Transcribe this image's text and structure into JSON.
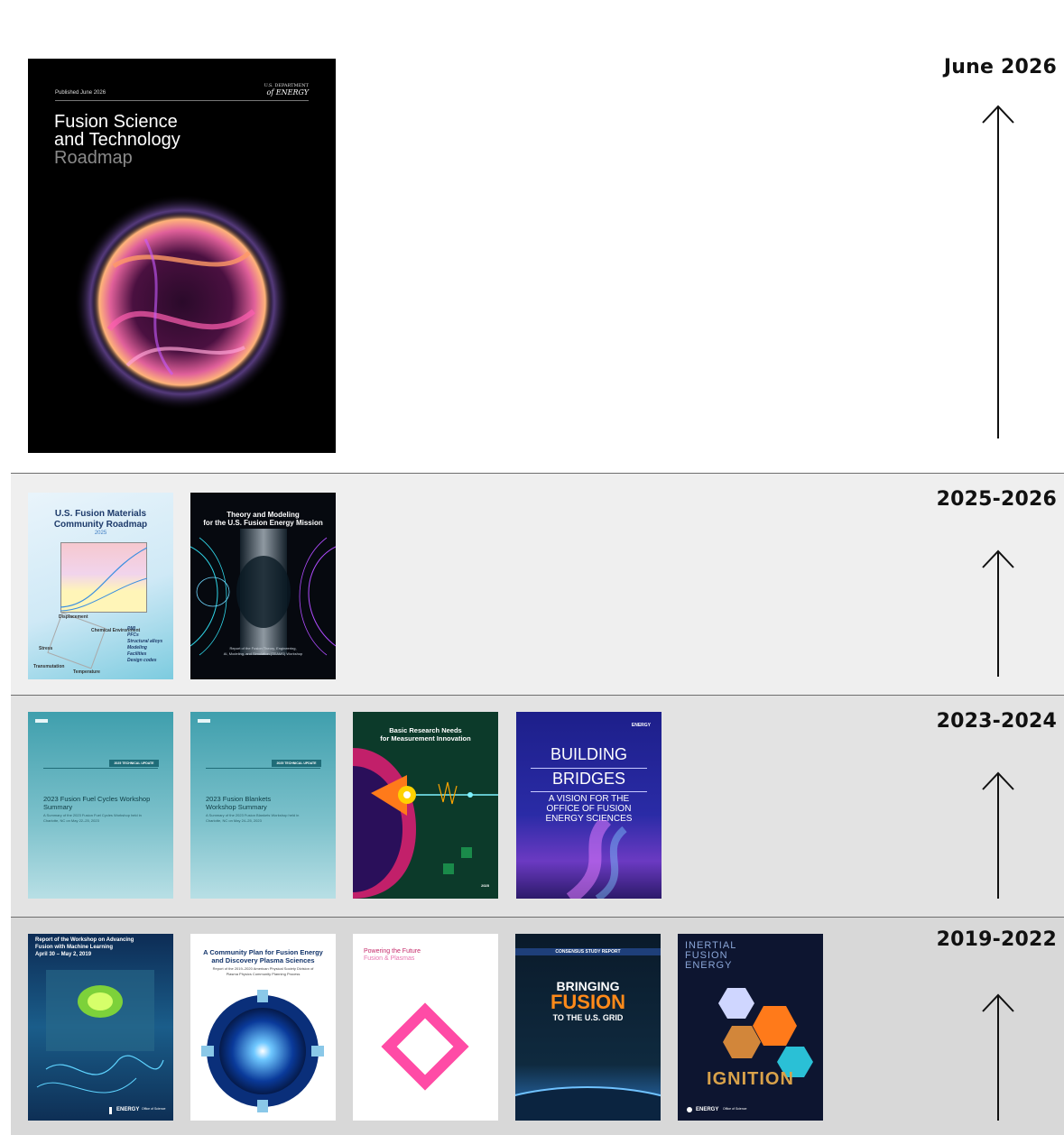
{
  "sections": [
    {
      "year": "June 2026",
      "covers": [
        {
          "published": "Published June 2026",
          "agency_top": "U.S. DEPARTMENT",
          "agency_bottom": "of ENERGY",
          "title_line1": "Fusion Science",
          "title_line2": "and Technology",
          "title_line3": "Roadmap"
        }
      ]
    },
    {
      "year": "2025-2026",
      "covers": [
        {
          "title_line1": "U.S. Fusion Materials",
          "title_line2": "Community Roadmap",
          "year": "2025",
          "labels": [
            "Displacement",
            "Chemical Environment",
            "Stress",
            "Transmutation",
            "Temperature"
          ],
          "topics": [
            "PMI",
            "PFCs",
            "Structural alloys",
            "Modeling",
            "Facilities",
            "Design codes"
          ]
        },
        {
          "title_line1": "Theory and Modeling",
          "title_line2": "for the U.S. Fusion Energy Mission",
          "subtitle_line1": "Report of the Fusion Theory, Engineering,",
          "subtitle_line2": "AI, Modeling, and Simulation (TEAMS) Workshop"
        }
      ]
    },
    {
      "year": "2023-2024",
      "covers": [
        {
          "badge": "2025 TECHNICAL UPDATE",
          "title_line1": "2023 Fusion Fuel Cycles Workshop",
          "title_line2": "Summary",
          "subtitle_line1": "A Summary of the 2023 Fusion Fuel Cycles Workshop held in",
          "subtitle_line2": "Charlotte, NC on May 22–25, 2023"
        },
        {
          "badge": "2025 TECHNICAL UPDATE",
          "title_line1": "2023 Fusion Blankets",
          "title_line2": "Workshop Summary",
          "subtitle_line1": "A Summary of the 2023 Fusion Blankets Workshop held in",
          "subtitle_line2": "Charlotte, NC on May 24–25, 2023"
        },
        {
          "title_line1": "Basic Research Needs",
          "title_line2": "for Measurement Innovation",
          "year": "2025"
        },
        {
          "agency": "ENERGY",
          "title_line1": "BUILDING",
          "title_line2": "BRIDGES",
          "subtitle_line1": "A VISION FOR THE",
          "subtitle_line2": "OFFICE OF FUSION",
          "subtitle_line3": "ENERGY SCIENCES"
        }
      ]
    },
    {
      "year": "2019-2022",
      "covers": [
        {
          "title_line1": "Report of the Workshop on Advancing",
          "title_line2": "Fusion with Machine Learning",
          "title_line3": "April 30 – May 2, 2019",
          "agency": "ENERGY",
          "office": "Office of Science"
        },
        {
          "title_line1": "A Community Plan for Fusion Energy",
          "title_line2": "and Discovery Plasma Sciences",
          "subtitle_line1": "Report of the 2019–2020 American Physical Society Division of",
          "subtitle_line2": "Plasma Physics Community Planning Process"
        },
        {
          "title_line1": "Powering the Future",
          "title_line2": "Fusion & Plasmas"
        },
        {
          "header": "CONSENSUS STUDY REPORT",
          "title_line1": "BRINGING",
          "title_line2": "FUSION",
          "title_line3": "TO THE U.S. GRID"
        },
        {
          "title_line1": "INERTIAL",
          "title_line2": "FUSION",
          "title_line3": "ENERGY",
          "headline": "IGNITION",
          "agency": "ENERGY",
          "office": "Office of Science"
        }
      ]
    }
  ]
}
